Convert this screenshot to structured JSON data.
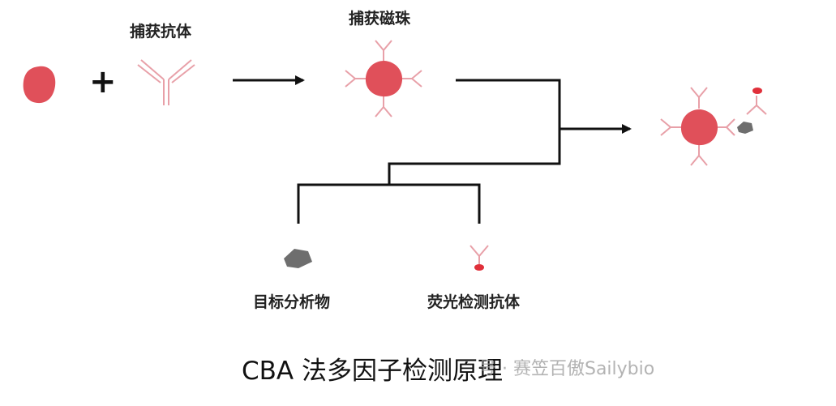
{
  "labels": {
    "capture_antibody": "捕获抗体",
    "capture_bead": "捕获磁珠",
    "target_analyte": "目标分析物",
    "fluorescent_antibody": "荧光检测抗体",
    "plus": "+"
  },
  "caption": "CBA 法多因子检测原理",
  "watermark": "号 · 赛笠百傲Sailybio",
  "colors": {
    "bead": "#e0505a",
    "antibody": "#e8a0a8",
    "analyte": "#6e6e6e",
    "fluor_tag": "#e0303a",
    "line": "#111111"
  }
}
